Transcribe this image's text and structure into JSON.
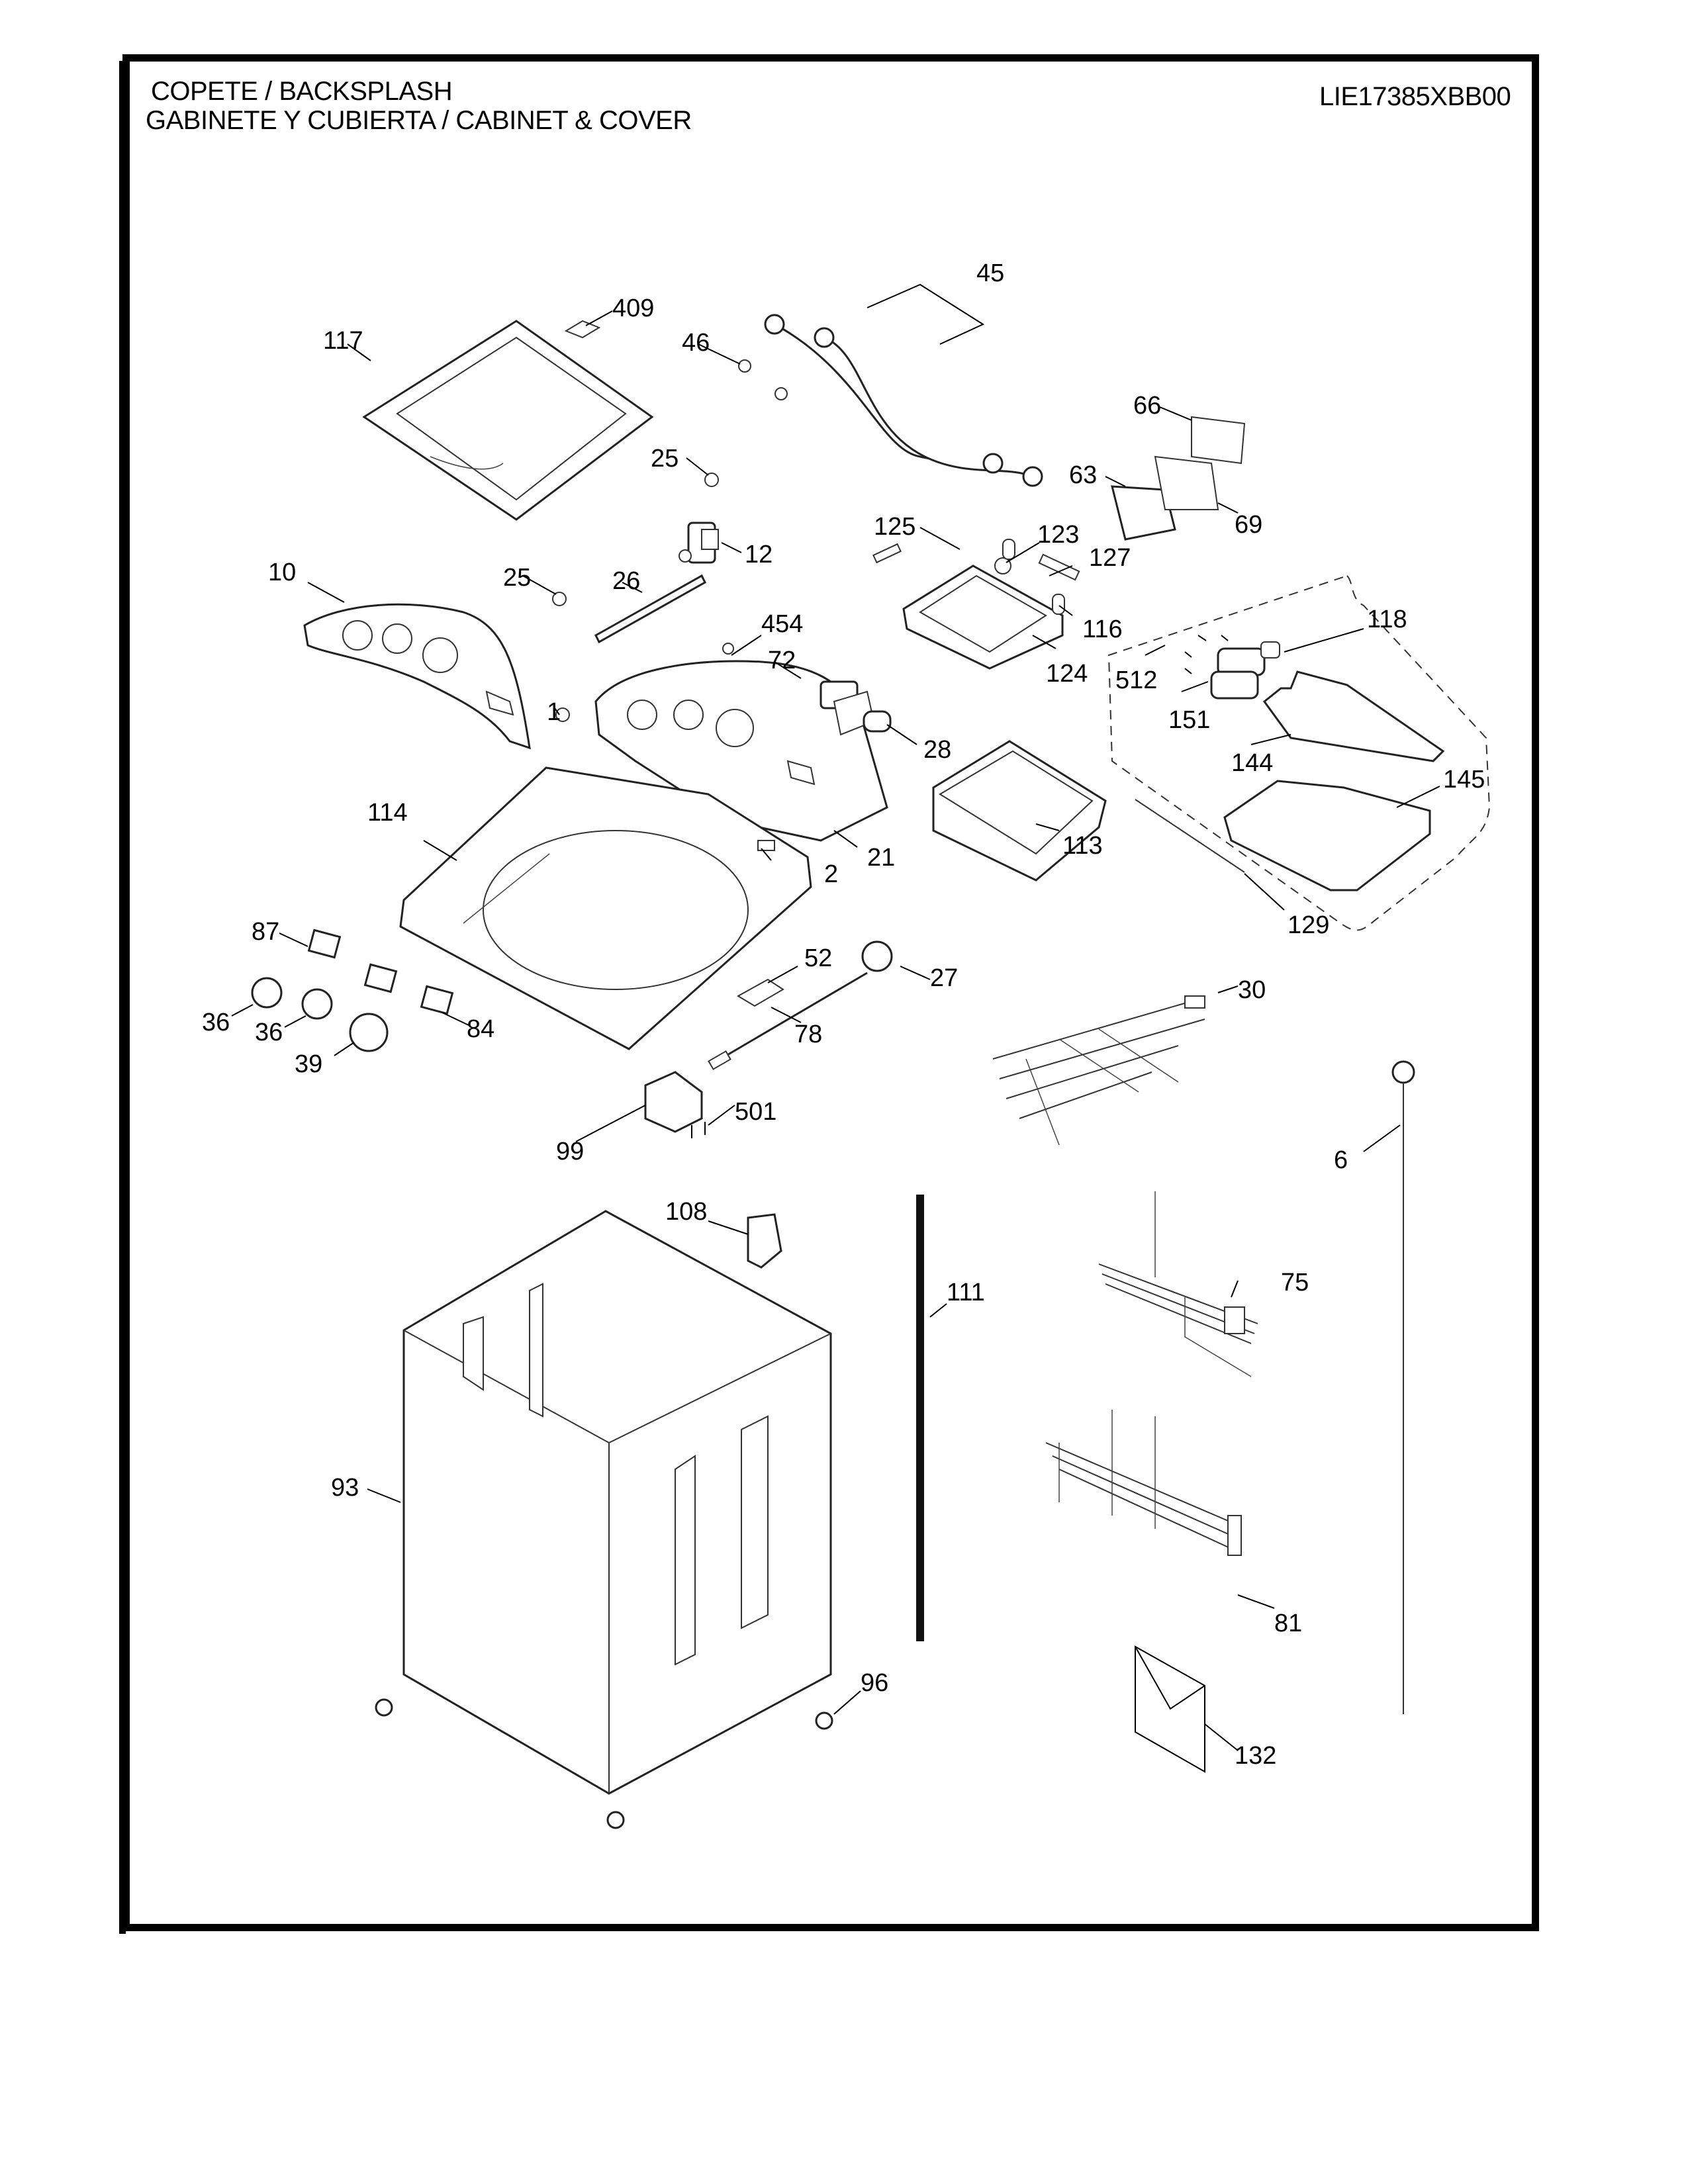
{
  "header": {
    "title_line1": "COPETE / BACKSPLASH",
    "title_line2": "GABINETE Y CUBIERTA / CABINET & COVER",
    "model_number": "LIE17385XBB00"
  },
  "parts": [
    {
      "id": "p45",
      "label": "45",
      "part": "inlet-hoses"
    },
    {
      "id": "p409",
      "label": "409",
      "part": "lid-bumper"
    },
    {
      "id": "p117",
      "label": "117",
      "part": "lid"
    },
    {
      "id": "p46",
      "label": "46",
      "part": "hose-nut"
    },
    {
      "id": "p66",
      "label": "66",
      "part": "bracket"
    },
    {
      "id": "p25a",
      "label": "25",
      "part": "clip"
    },
    {
      "id": "p63",
      "label": "63",
      "part": "control-board"
    },
    {
      "id": "p69",
      "label": "69",
      "part": "board-housing"
    },
    {
      "id": "p12",
      "label": "12",
      "part": "water-valve"
    },
    {
      "id": "p125",
      "label": "125",
      "part": "dispenser-link"
    },
    {
      "id": "p123",
      "label": "123",
      "part": "dispenser-cap"
    },
    {
      "id": "p127",
      "label": "127",
      "part": "dispenser-rod"
    },
    {
      "id": "p10",
      "label": "10",
      "part": "control-panel-overlay"
    },
    {
      "id": "p25b",
      "label": "25",
      "part": "clip"
    },
    {
      "id": "p26",
      "label": "26",
      "part": "tube"
    },
    {
      "id": "p116",
      "label": "116",
      "part": "siphon-cap"
    },
    {
      "id": "p118",
      "label": "118",
      "part": "valve-assembly"
    },
    {
      "id": "p454",
      "label": "454",
      "part": "screw"
    },
    {
      "id": "p72",
      "label": "72",
      "part": "switch-board"
    },
    {
      "id": "p124",
      "label": "124",
      "part": "dispenser-tray"
    },
    {
      "id": "p512",
      "label": "512",
      "part": "screws"
    },
    {
      "id": "p151",
      "label": "151",
      "part": "inlet-valve"
    },
    {
      "id": "p1",
      "label": "1",
      "part": "screw"
    },
    {
      "id": "p28",
      "label": "28",
      "part": "knob-insert"
    },
    {
      "id": "p144",
      "label": "144",
      "part": "valve-cover"
    },
    {
      "id": "p145",
      "label": "145",
      "part": "valve-housing"
    },
    {
      "id": "p114",
      "label": "114",
      "part": "top-cover"
    },
    {
      "id": "p21",
      "label": "21",
      "part": "control-console"
    },
    {
      "id": "p113",
      "label": "113",
      "part": "dispenser-drawer"
    },
    {
      "id": "p2",
      "label": "2",
      "part": "console-clip"
    },
    {
      "id": "p129",
      "label": "129",
      "part": "rod"
    },
    {
      "id": "p87",
      "label": "87",
      "part": "switch"
    },
    {
      "id": "p52",
      "label": "52",
      "part": "bracket"
    },
    {
      "id": "p27",
      "label": "27",
      "part": "pressure-switch"
    },
    {
      "id": "p36a",
      "label": "36",
      "part": "knob"
    },
    {
      "id": "p36b",
      "label": "36",
      "part": "knob"
    },
    {
      "id": "p84",
      "label": "84",
      "part": "switch"
    },
    {
      "id": "p78",
      "label": "78",
      "part": "harness"
    },
    {
      "id": "p30",
      "label": "30",
      "part": "harness"
    },
    {
      "id": "p39",
      "label": "39",
      "part": "knob-large"
    },
    {
      "id": "p501",
      "label": "501",
      "part": "screws"
    },
    {
      "id": "p99",
      "label": "99",
      "part": "lid-lock"
    },
    {
      "id": "p6",
      "label": "6",
      "part": "pressure-hose"
    },
    {
      "id": "p108",
      "label": "108",
      "part": "corner-cap"
    },
    {
      "id": "p75",
      "label": "75",
      "part": "harness"
    },
    {
      "id": "p111",
      "label": "111",
      "part": "rod"
    },
    {
      "id": "p93",
      "label": "93",
      "part": "cabinet"
    },
    {
      "id": "p81",
      "label": "81",
      "part": "harness"
    },
    {
      "id": "p96",
      "label": "96",
      "part": "leveling-leg"
    },
    {
      "id": "p132",
      "label": "132",
      "part": "literature-envelope"
    }
  ]
}
